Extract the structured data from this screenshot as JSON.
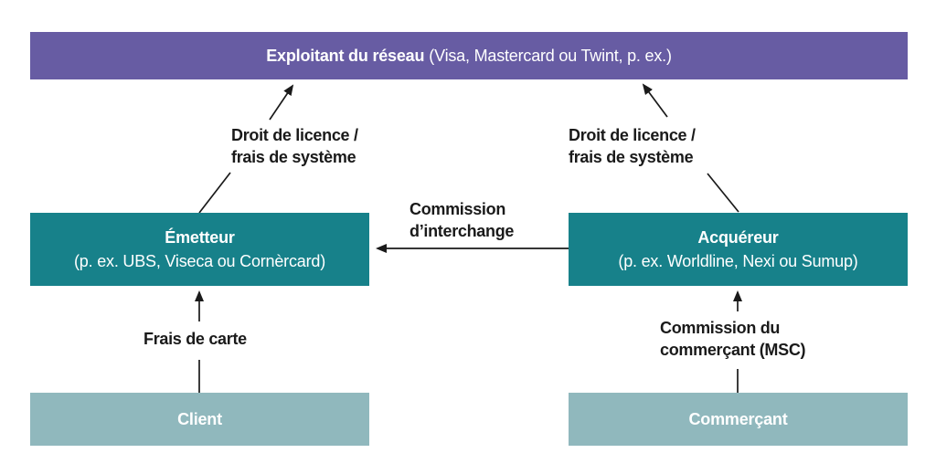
{
  "diagram": {
    "colors": {
      "network_bar": "#675ca3",
      "mid_box": "#17818a",
      "bottom_box": "#90b8bd",
      "arrow": "#1a1a1a",
      "box_text": "#ffffff",
      "label_text": "#1a1a1a",
      "background": "#ffffff"
    },
    "boxes": {
      "network": {
        "title": "Exploitant du réseau",
        "subtitle": "(Visa, Mastercard ou Twint, p. ex.)"
      },
      "issuer": {
        "title": "Émetteur",
        "subtitle": "(p. ex. UBS, Viseca ou Cornèrcard)"
      },
      "acquirer": {
        "title": "Acquéreur",
        "subtitle": "(p. ex. Worldline, Nexi ou Sumup)"
      },
      "client": {
        "title": "Client"
      },
      "merchant": {
        "title": "Commerçant"
      }
    },
    "arrow_labels": {
      "license_left": {
        "line1": "Droit de licence /",
        "line2": "frais de système"
      },
      "license_right": {
        "line1": "Droit de licence /",
        "line2": "frais de système"
      },
      "interchange": {
        "line1": "Commission",
        "line2": "d’interchange"
      },
      "card_fee": {
        "line1": "Frais de carte"
      },
      "merchant_commission": {
        "line1": "Commission du",
        "line2": "commerçant (MSC)"
      }
    }
  }
}
